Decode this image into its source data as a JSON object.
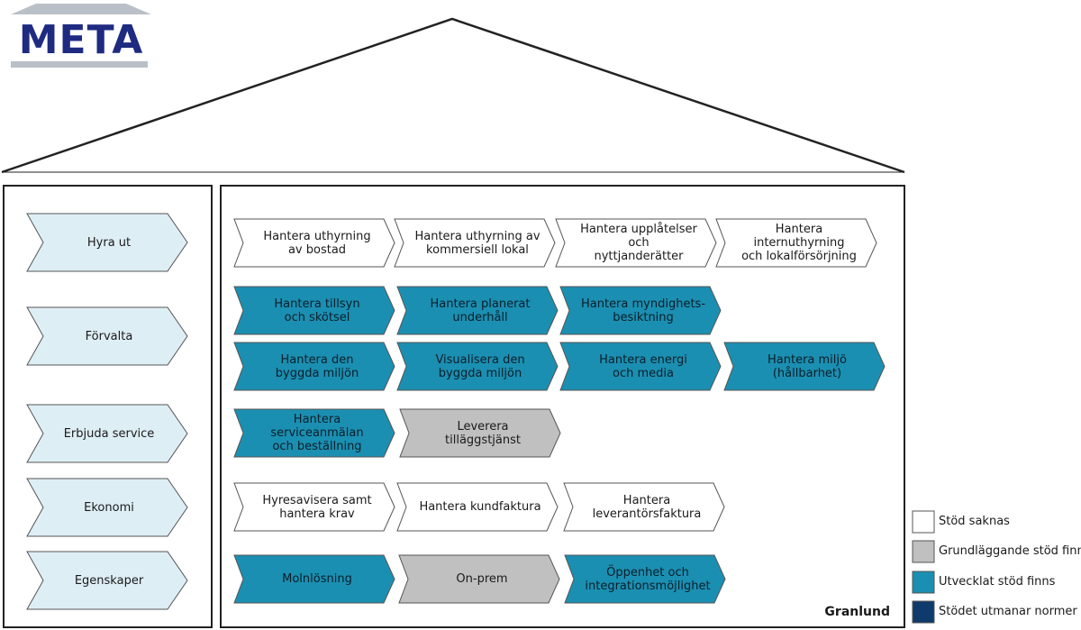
{
  "logo": {
    "text": "META"
  },
  "brand": "Granlund",
  "colors": {
    "none": "#ffffff",
    "basic": "#c0c0c0",
    "developed": "#1b8fb1",
    "exceeds": "#0e3b6b",
    "side": "#deeef5",
    "border": "#333333"
  },
  "categories": [
    {
      "label": "Hyra ut"
    },
    {
      "label": "Förvalta"
    },
    {
      "label": "Erbjuda service"
    },
    {
      "label": "Ekonomi"
    },
    {
      "label": "Egenskaper"
    }
  ],
  "processes": [
    {
      "label": "Hantera uthyrning\nav bostad",
      "level": "none"
    },
    {
      "label": "Hantera uthyrning av\nkommersiell lokal",
      "level": "none"
    },
    {
      "label": "Hantera upplåtelser och\nnyttjanderätter",
      "level": "none"
    },
    {
      "label": "Hantera internuthyrning\noch lokalförsörjning",
      "level": "none"
    },
    {
      "label": "Hantera tillsyn\noch skötsel",
      "level": "developed"
    },
    {
      "label": "Hantera planerat\nunderhåll",
      "level": "developed"
    },
    {
      "label": "Hantera myndighets-\nbesiktning",
      "level": "developed"
    },
    {
      "label": "Hantera den\nbyggda miljön",
      "level": "developed"
    },
    {
      "label": "Visualisera den\nbyggda miljön",
      "level": "developed"
    },
    {
      "label": "Hantera energi\noch media",
      "level": "developed"
    },
    {
      "label": "Hantera miljö\n(hållbarhet)",
      "level": "developed"
    },
    {
      "label": "Hantera serviceanmälan\noch beställning",
      "level": "developed"
    },
    {
      "label": "Leverera\ntilläggstjänst",
      "level": "basic"
    },
    {
      "label": "Hyresavisera samt\nhantera krav",
      "level": "none"
    },
    {
      "label": "Hantera kundfaktura",
      "level": "none"
    },
    {
      "label": "Hantera\nleverantörsfaktura",
      "level": "none"
    },
    {
      "label": "Molnlösning",
      "level": "developed"
    },
    {
      "label": "On-prem",
      "level": "basic"
    },
    {
      "label": "Öppenhet och\nintegrationsmöjlighet",
      "level": "developed"
    }
  ],
  "legend": [
    {
      "label": "Stöd saknas",
      "level": "none"
    },
    {
      "label": "Grundläggande stöd finns",
      "level": "basic"
    },
    {
      "label": "Utvecklat stöd finns",
      "level": "developed"
    },
    {
      "label": "Stödet utmanar normer",
      "level": "exceeds"
    }
  ]
}
